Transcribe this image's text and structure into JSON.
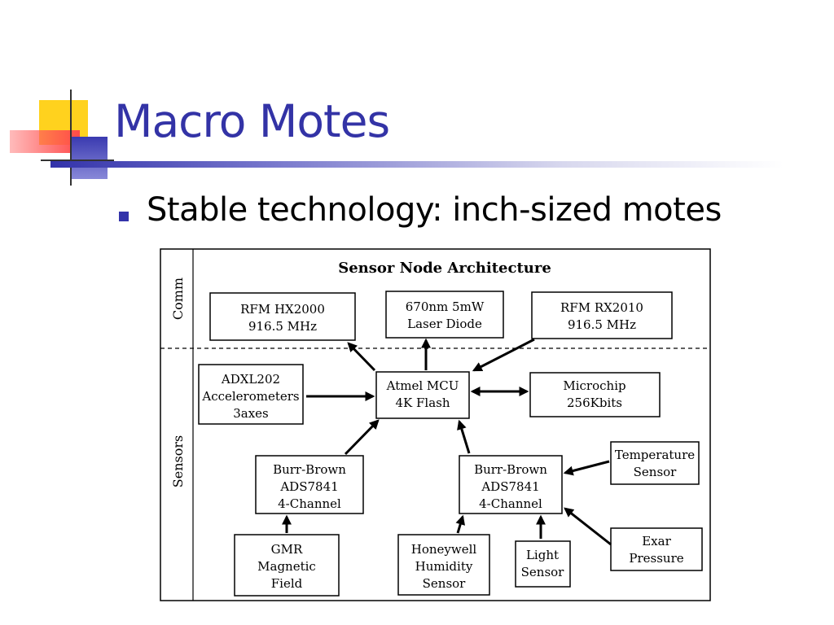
{
  "slide": {
    "title": "Macro Motes",
    "bullets": [
      "Stable technology: inch-sized motes"
    ]
  },
  "diagram": {
    "title": "Sensor Node Architecture",
    "sections": {
      "comm": "Comm",
      "sensors": "Sensors"
    },
    "nodes": {
      "rfm_hx2000": [
        "RFM HX2000",
        "916.5 MHz"
      ],
      "laser_diode": [
        "670nm 5mW",
        "Laser Diode"
      ],
      "rfm_rx2010": [
        "RFM RX2010",
        "916.5 MHz"
      ],
      "adxl202": [
        "ADXL202",
        "Accelerometers",
        "3axes"
      ],
      "atmel_mcu": [
        "Atmel MCU",
        "4K Flash"
      ],
      "microchip": [
        "Microchip",
        "256Kbits"
      ],
      "adc_left": [
        "Burr-Brown",
        "ADS7841",
        "4-Channel"
      ],
      "adc_right": [
        "Burr-Brown",
        "ADS7841",
        "4-Channel"
      ],
      "temperature": [
        "Temperature",
        "Sensor"
      ],
      "gmr": [
        "GMR",
        "Magnetic",
        "Field"
      ],
      "humidity": [
        "Honeywell",
        "Humidity",
        "Sensor"
      ],
      "light": [
        "Light",
        "Sensor"
      ],
      "pressure": [
        "Exar",
        "Pressure"
      ]
    }
  },
  "colors": {
    "title": "#3333a6",
    "accent": "#3333aa",
    "deco_yellow": "#ffd21e",
    "deco_red": "#ff5050"
  }
}
